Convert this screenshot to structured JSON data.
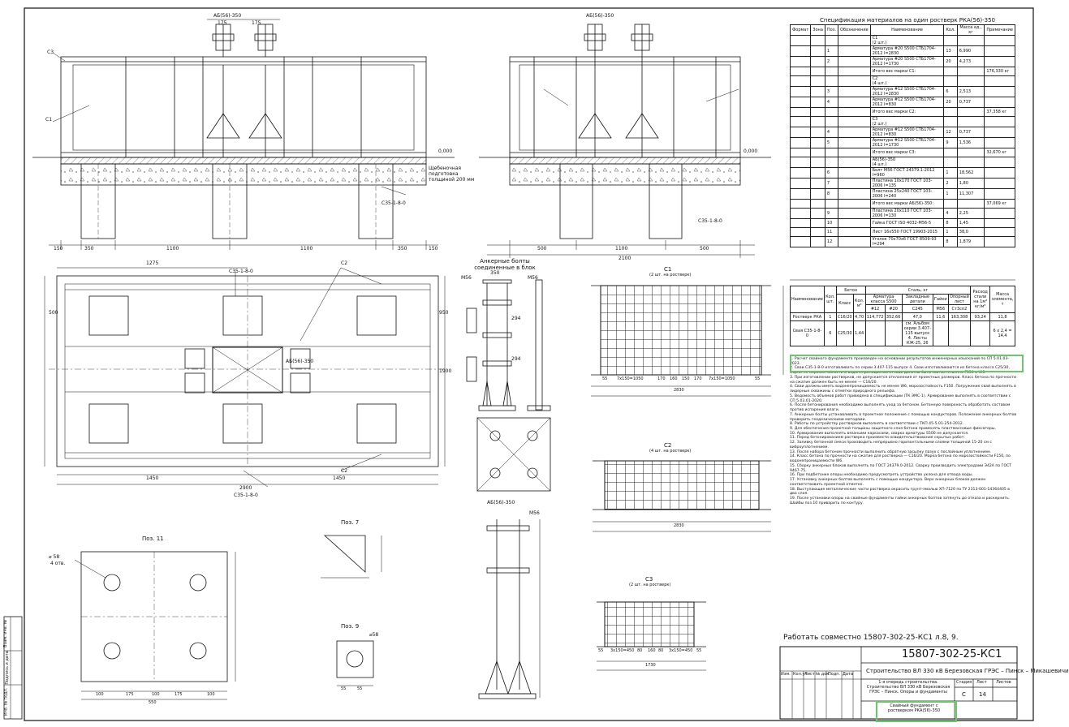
{
  "drawing": {
    "spec_title": "Спецификация материалов на один ростверк РКА(56)-350",
    "spec_headers": [
      "Формат",
      "Зона",
      "Поз.",
      "Обозначение",
      "Наименование",
      "Кол.",
      "Масса ед., кг",
      "Примечание"
    ],
    "spec_rows": [
      {
        "pos": "",
        "name": "С1\n(2 шт.)",
        "qty": "",
        "mass": "",
        "note": ""
      },
      {
        "pos": "1",
        "name": "Арматура #20 S500 СТБ1704-2012 l=2830",
        "qty": "13",
        "mass": "6,990",
        "note": ""
      },
      {
        "pos": "2",
        "name": "Арматура #20 S500 СТБ1704-2012 l=1730",
        "qty": "20",
        "mass": "4,273",
        "note": ""
      },
      {
        "pos": "",
        "name": "Итого вес марки С1:",
        "qty": "",
        "mass": "",
        "note": "176,330 кг"
      },
      {
        "pos": "",
        "name": "С2\n(4 шт.)",
        "qty": "",
        "mass": "",
        "note": ""
      },
      {
        "pos": "3",
        "name": "Арматура #12 S500 СТБ1704-2012 l=2830",
        "qty": "6",
        "mass": "2,513",
        "note": ""
      },
      {
        "pos": "4",
        "name": "Арматура #12 S500 СТБ1704-2012 l=830",
        "qty": "20",
        "mass": "0,737",
        "note": ""
      },
      {
        "pos": "",
        "name": "Итого вес марки С2:",
        "qty": "",
        "mass": "",
        "note": "37,358 кг"
      },
      {
        "pos": "",
        "name": "С3\n(2 шт.)",
        "qty": "",
        "mass": "",
        "note": ""
      },
      {
        "pos": "4",
        "name": "Арматура #12 S500 СТБ1704-2012 l=830",
        "qty": "12",
        "mass": "0,737",
        "note": ""
      },
      {
        "pos": "5",
        "name": "Арматура #12 S500 СТБ1704-2012 l=1730",
        "qty": "9",
        "mass": "1,536",
        "note": ""
      },
      {
        "pos": "",
        "name": "Итого вес марки С3:",
        "qty": "",
        "mass": "",
        "note": "32,670 кг"
      },
      {
        "pos": "",
        "name": "АБ(56)-350\n(4 шт.)",
        "qty": "",
        "mass": "",
        "note": ""
      },
      {
        "pos": "6",
        "name": "Болт М56 ГОСТ 24379.1-2012 l=960",
        "qty": "1",
        "mass": "18,562",
        "note": ""
      },
      {
        "pos": "7",
        "name": "Пластина 10x170 ГОСТ 103-2006 l=135",
        "qty": "2",
        "mass": "1,80",
        "note": ""
      },
      {
        "pos": "8",
        "name": "Пластина 25x240 ГОСТ 103-2006 l=240",
        "qty": "1",
        "mass": "11,307",
        "note": ""
      },
      {
        "pos": "",
        "name": "Итого вес марки АБ(56)-350:",
        "qty": "",
        "mass": "",
        "note": "37,069 кг"
      },
      {
        "pos": "9",
        "name": "Пластина 20x110 ГОСТ 103-2006 l=130",
        "qty": "4",
        "mass": "2,25",
        "note": ""
      },
      {
        "pos": "10",
        "name": "Гайка ГОСТ ISO 4032-М56-5",
        "qty": "8",
        "mass": "1,45",
        "note": ""
      },
      {
        "pos": "11",
        "name": "Лист 16х550 ГОСТ 19903-2015",
        "qty": "1",
        "mass": "38,0",
        "note": ""
      },
      {
        "pos": "12",
        "name": "Уголок 70x70x6 ГОСТ 8509-93 l=294",
        "qty": "8",
        "mass": "1,879",
        "note": ""
      }
    ],
    "steel_headers": [
      "Наименование",
      "Кол. шт.",
      "Бетон",
      "Класс",
      "Кол. м³",
      "Сталь, кг",
      "Закладные детали",
      "Гайки",
      "Опорный лист",
      "Расход стали на 1м³ кг/м³",
      "Масса элемента, т"
    ],
    "steel_sub": [
      "Арматура класса S500",
      "#12",
      "#20",
      "С245",
      "М56",
      "Ст3сп2"
    ],
    "steel_rows": [
      [
        "Ростверк РКА",
        "1",
        "С16/20",
        "4,70",
        "114,772",
        "352,66",
        "47,0",
        "11,6",
        "163,308",
        "93,24",
        "11,8"
      ],
      [
        "Свая С35-1-8-0",
        "6",
        "С25/30",
        "1,44",
        "",
        "",
        "см. Альбом серии 3.407-115 выпуск 4. Листы КЖ-25, 26",
        "",
        "",
        "",
        "6 x 2,4 = 14,4"
      ]
    ],
    "notes": [
      "1. Расчет свайного фундамента произведен на основании результатов инженерных изысканий по СП 5.01.03-2023.",
      "2. Сваи С35-1-8-0 изготавливать по серии 3.407-115 выпуск 4. Сваи изготавливаются из бетона класса С25/30, марки по морозостойкости и водонепроницаемости сваи должны быть соответственно F150 и W6.",
      "3. При изготовлении ростверков, не допускается отклонения от проектных размеров. Класс бетона по прочности на сжатие должен быть не менее — С16/20.",
      "4. Сваи должны иметь водонепроницаемость не менее W6, морозостойкость F150. Погружение свай выполнять в лидерные скважины с отметки природного рельефа.",
      "5. Ведомость объемов работ приведена в спецификации (ТК ЭМС-1). Армирование выполнять в соответствии с СП 5.03.01-2020.",
      "6. После бетонирования необходимо выполнять уход за бетоном. Бетонную поверхность обработать составом против испарения влаги.",
      "7. Анкерные болты устанавливать в проектное положение с помощью кондукторов. Положение анкерных болтов проверить геодезическими методами.",
      "8. Работы по устройству ростверков выполнять в соответствии с ТКП 45-5.01-254-2012.",
      "9. Для обеспечения проектной толщины защитного слоя бетона применять пластмассовые фиксаторы.",
      "10. Армирование выполнять вязаными каркасами, сварка арматуры S500 не допускается.",
      "11. Перед бетонированием ростверка произвести освидетельствование скрытых работ.",
      "12. Заливку бетонной смеси производить непрерывно горизонтальными слоями толщиной 15-20 см с виброуплотнением.",
      "13. После набора бетоном прочности выполнить обратную засыпку пазух с послойным уплотнением.",
      "14. Класс бетона по прочности на сжатие для ростверка — С16/20. Марка бетона по морозостойкости F150, по водонепроницаемости W6.",
      "15. Сборку анкерных блоков выполнять по ГОСТ 24379.0-2012. Сварку производить электродами Э42А по ГОСТ 9467-75.",
      "16. При подбетонке опоры необходимо предусмотреть устройство уклона для отвода воды.",
      "17. Установку анкерных болтов выполнять с помощью кондуктора. Верх анкерных блоков должен соответствовать проектной отметке.",
      "18. Выступающие металлические части ростверка окрасить грунт-эмалью ХП-7120 по ТУ 2313-001-14364405 в два слоя.",
      "19. После установки опоры на свайные фундаменты гайки анкерных болтов затянуть до отказа и раскернить. Шайбы поз.10 приварить по контуру."
    ],
    "joint_note": "Работать совместно 15807-302-25-КС1 л.8, 9.",
    "stamp": {
      "code": "15807-302-25-КС1",
      "project": "Строительство ВЛ 330 кВ Березовская ГРЭС – Пинск – Микашевичи",
      "stage_desc": "1-я очередь строительства. Строительство ВЛ 330 кВ Березовская ГРЭС – Пинск. Опоры и фундаменты",
      "stage_label": "Стадия",
      "stage": "С",
      "sheet_label": "Лист",
      "sheet": "14",
      "sheets_label": "Листов",
      "sheets": "",
      "title": "Свайный фундамент с ростверком РКА(56)-350",
      "cols": [
        "Изм.",
        "Кол.уч",
        "Лист",
        "№ док.",
        "Подп.",
        "Дата"
      ]
    },
    "vstamp": [
      "Взам. инв. №",
      "Подпись и дата",
      "Инв. № подл."
    ],
    "labels": {
      "c1_title": "С1",
      "c1_sub": "(2 шт. на ростверк)",
      "c2_title": "С2",
      "c2_sub": "(4 шт. на ростверк)",
      "c3_title": "С3",
      "c3_sub": "(2 шт. на ростверк)",
      "anchor_title": "Анкерные болты соединенные в блок",
      "ab": "АБ(56)-350",
      "pos11": "Поз. 11",
      "pos7": "Поз. 7",
      "pos9": "Поз. 9",
      "pile": "С35-1-8-0",
      "sand": "Щебеночная подготовка толщиной 200 мм",
      "mark0": "0,000",
      "c1": "С1",
      "c2": "С2",
      "c3": "С3",
      "m56": "М56",
      "d58": "⌀ 58",
      "d58b": "⌀58",
      "holes": "4 отв."
    },
    "dims": {
      "elev_left_bottom": [
        "150",
        "350",
        "1100",
        "1100",
        "350",
        "150"
      ],
      "elev_right_bottom": [
        "500",
        "1100",
        "500"
      ],
      "elev_total_right": "2100",
      "plan_top": "1275",
      "plan_bottom": [
        "1450",
        "1450"
      ],
      "plan_total": "2900",
      "plan_side": [
        "500",
        "950",
        "1900"
      ],
      "c1_bottom": [
        "55",
        "7x150=1050",
        "170",
        "160",
        "150",
        "170",
        "7x150=1050",
        "55"
      ],
      "c1_total": "2830",
      "c2_total": "2830",
      "c3_bottom": [
        "55",
        "3x150=450",
        "80",
        "160",
        "80",
        "3x150=450",
        "55"
      ],
      "c3_total": "1730",
      "pos11": [
        "100",
        "175",
        "100",
        "175",
        "100"
      ],
      "pos11_total": "550",
      "pos9": [
        "55",
        "55"
      ],
      "top_dims": [
        "175",
        "175"
      ],
      "anchor": [
        "350",
        "294",
        "294"
      ]
    },
    "colors": {
      "line": "#1a1a1a",
      "highlight": "#6cc66c",
      "paper": "#ffffff"
    }
  }
}
